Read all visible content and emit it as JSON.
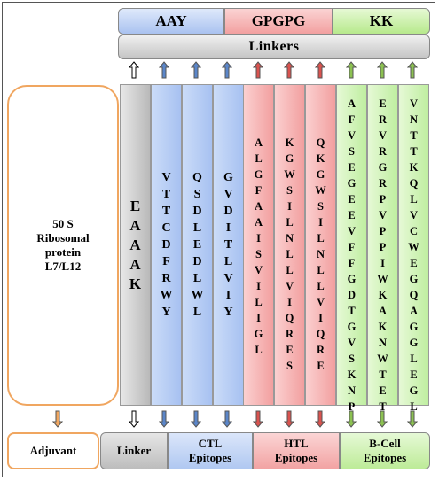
{
  "headers": {
    "blue": "AAY",
    "red": "GPGPG",
    "green": "KK"
  },
  "linkers_label": "Linkers",
  "adjuvant_lines": [
    "50 S",
    "Ribosomal",
    "protein",
    "L7/L12"
  ],
  "columns": [
    {
      "kind": "gray",
      "letters": "EAAAK"
    },
    {
      "kind": "blue",
      "letters": "VTTCDFRWY"
    },
    {
      "kind": "blue",
      "letters": "QSDLEDLWL"
    },
    {
      "kind": "blue",
      "letters": "GVDITLVIY"
    },
    {
      "kind": "red",
      "letters": "ALGFAAISVILIGL"
    },
    {
      "kind": "red",
      "letters": "KGWSILNLLVIQRES"
    },
    {
      "kind": "red",
      "letters": "QKGWSILNLLVIQRE"
    },
    {
      "kind": "green",
      "letters": "AFVSEGEEVFFGDTGVSKNP"
    },
    {
      "kind": "green",
      "letters": "ERVRGRPVPPIWKAKNWTET"
    },
    {
      "kind": "green",
      "letters": "VNTTKQLVCWEGQAGGLEGL"
    }
  ],
  "bottom_labels": {
    "adjuvant": "Adjuvant",
    "linker": "Linker",
    "ctl_1": "CTL",
    "ctl_2": "Epitopes",
    "htl_1": "HTL",
    "htl_2": "Epitopes",
    "bcell_1": "B-Cell",
    "bcell_2": "Epitopes"
  },
  "colors": {
    "adjuvant_border": "#f0a660",
    "ctl_arrow": "#5b86c9",
    "htl_arrow": "#d9534f",
    "bcell_arrow": "#8cc152",
    "linker_arrow": "#000000"
  }
}
